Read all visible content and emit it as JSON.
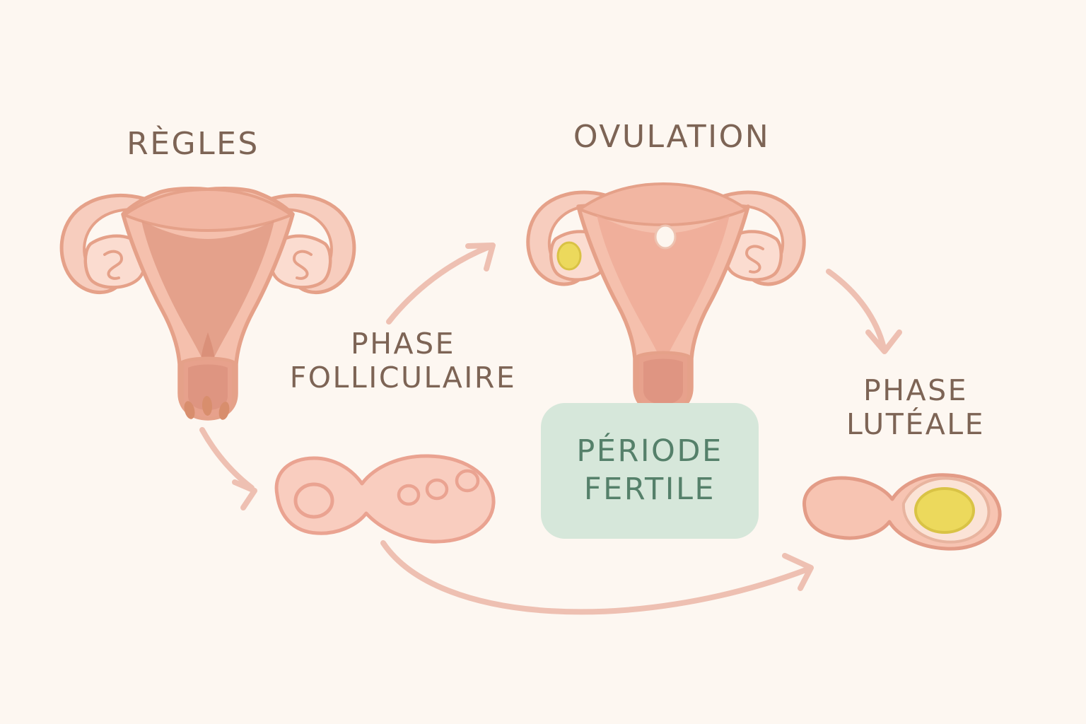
{
  "page": {
    "title": "Cycle menstruel",
    "language": "fr",
    "background_color": "#fdf7f1"
  },
  "colors": {
    "background": "#fdf7f1",
    "label_text": "#7d6455",
    "organ_outline": "#e9a891",
    "organ_fill": "#f5c4b2",
    "endometrium": "#e8a490",
    "ovary_fill": "#f7cdbe",
    "follicle_yellow": "#ecd95c",
    "egg_white": "#fdf3ec",
    "arrow": "#edbcae",
    "blood_drop": "#d88e6d",
    "fertile_badge_bg": "#d6e7da",
    "fertile_badge_text": "#55806a"
  },
  "labels": {
    "regles": "RÈGLES",
    "ovulation": "OVULATION",
    "phase_folliculaire": "PHASE\nFOLLICULAIRE",
    "phase_luteale": "PHASE\nLUTÉALE"
  },
  "fertile_badge": {
    "text": "PÉRIODE\nFERTILE"
  },
  "illustrations": [
    {
      "name": "uterus-menstruation",
      "label": "RÈGLES",
      "details": "uterus with fallopian tubes, ovaries and three menstrual blood drops below the cervix"
    },
    {
      "name": "uterus-ovulation",
      "label": "OVULATION",
      "details": "uterus with a yellow follicle on the left ovary and a white egg cell in the uterine cavity"
    },
    {
      "name": "ovary-follicular",
      "label": "PHASE FOLLICULAIRE",
      "details": "dumbbell shaped ovary with one large follicle on the left and three small follicles on the right"
    },
    {
      "name": "ovary-luteal",
      "label": "PHASE LUTÉALE",
      "details": "ovary with corpus luteum shown as a yellow body"
    }
  ],
  "arrows": [
    {
      "name": "arrow-regles-to-ovulation",
      "direction": "up-right",
      "from": "RÈGLES",
      "to": "OVULATION"
    },
    {
      "name": "arrow-regles-to-follicular",
      "direction": "down-right",
      "from": "RÈGLES",
      "to": "PHASE FOLLICULAIRE"
    },
    {
      "name": "arrow-ovulation-to-luteal",
      "direction": "down-right",
      "from": "OVULATION",
      "to": "PHASE LUTÉALE"
    },
    {
      "name": "arrow-follicular-to-luteal",
      "direction": "right",
      "from": "PHASE FOLLICULAIRE",
      "to": "PHASE LUTÉALE"
    }
  ]
}
